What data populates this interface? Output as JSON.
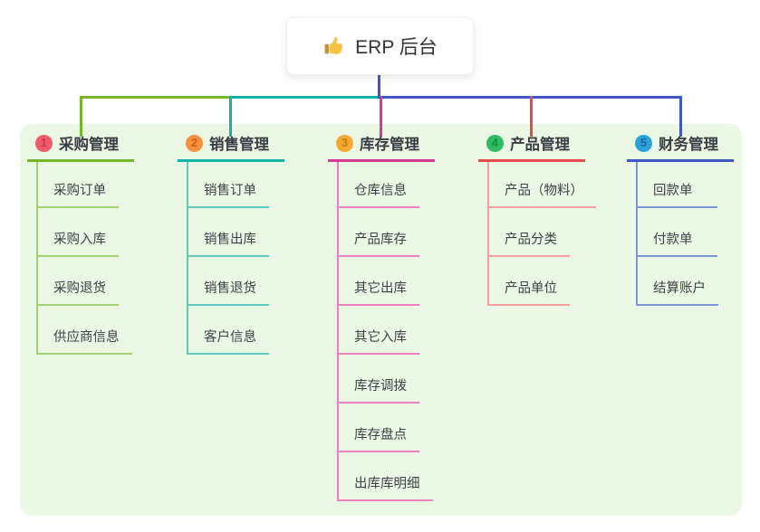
{
  "root": {
    "label": "ERP 后台",
    "icon": "thumbs-up-icon",
    "icon_color": "#f6c243",
    "icon_cuff_color": "#c98e3f"
  },
  "connector_color": "#4155c4",
  "panel_bg": "#eaf7e4",
  "branches": [
    {
      "badge": "1",
      "label": "采购管理",
      "colors": {
        "badge_bg": "#f15a6b",
        "badge_fg": "#b93a4e",
        "main": "#76b62a",
        "child": "#a4d074"
      },
      "children": [
        "采购订单",
        "采购入库",
        "采购退货",
        "供应商信息"
      ]
    },
    {
      "badge": "2",
      "label": "销售管理",
      "colors": {
        "badge_bg": "#f79140",
        "badge_fg": "#c95d1e",
        "main": "#13b1a8",
        "child": "#5ec7c0"
      },
      "children": [
        "销售订单",
        "销售出库",
        "销售退货",
        "客户信息"
      ]
    },
    {
      "badge": "3",
      "label": "库存管理",
      "colors": {
        "badge_bg": "#f5a930",
        "badge_fg": "#c07c15",
        "main": "#d63a92",
        "child": "#ee7fbc"
      },
      "children": [
        "仓库信息",
        "产品库存",
        "其它出库",
        "其它入库",
        "库存调拨",
        "库存盘点",
        "出库库明细"
      ]
    },
    {
      "badge": "4",
      "label": "产品管理",
      "colors": {
        "badge_bg": "#30bc62",
        "badge_fg": "#188c44",
        "main": "#e94a4d",
        "child": "#f59e9d"
      },
      "children": [
        "产品（物料）",
        "产品分类",
        "产品单位"
      ]
    },
    {
      "badge": "5",
      "label": "财务管理",
      "colors": {
        "badge_bg": "#2aa3dc",
        "badge_fg": "#15689c",
        "main": "#3d5ac3",
        "child": "#7e97d6"
      },
      "children": [
        "回款单",
        "付款单",
        "结算账户"
      ]
    }
  ]
}
